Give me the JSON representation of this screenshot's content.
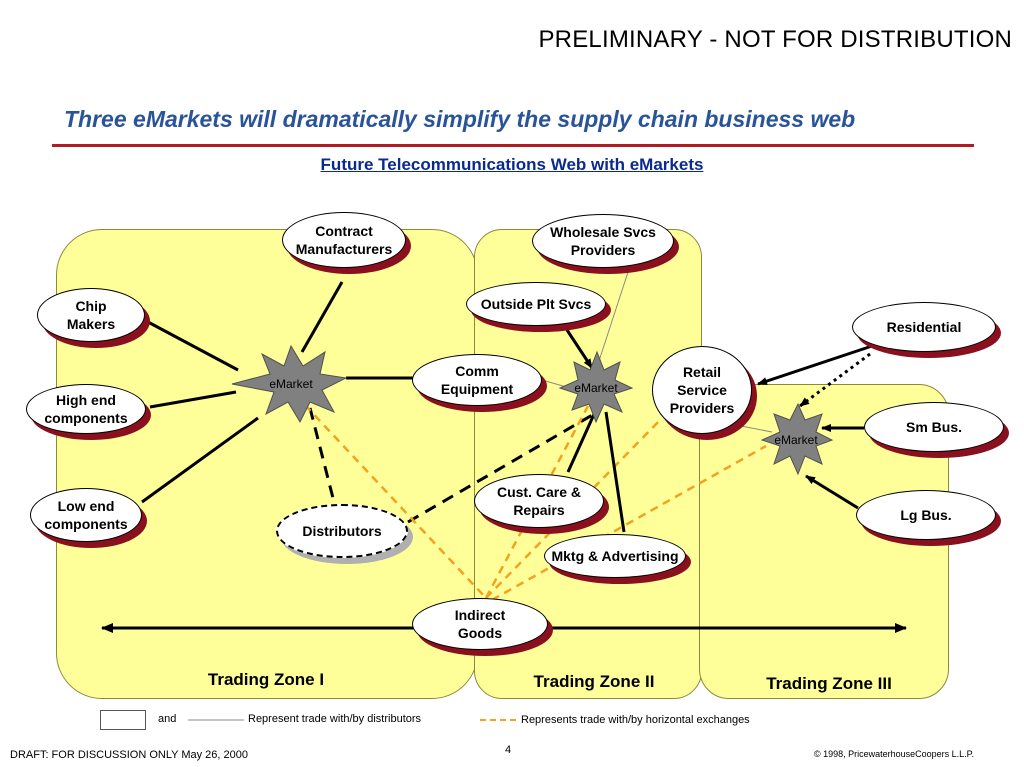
{
  "header": {
    "stamp": "PRELIMINARY - NOT FOR DISTRIBUTION",
    "title": "Three eMarkets will dramatically simplify the supply chain business web",
    "diagram_title": "Future Telecommunications Web with eMarkets"
  },
  "zones": [
    {
      "label": "Trading Zone I"
    },
    {
      "label": "Trading Zone II"
    },
    {
      "label": "Trading Zone III"
    }
  ],
  "nodes": {
    "contract_manufacturers": "Contract\nManufacturers",
    "chip_makers": "Chip\nMakers",
    "high_end_components": "High end\ncomponents",
    "low_end_components": "Low end\ncomponents",
    "distributors": "Distributors",
    "comm_equipment": "Comm\nEquipment",
    "wholesale_svcs": "Wholesale Svcs\nProviders",
    "outside_plt_svcs": "Outside Plt Svcs",
    "cust_care": "Cust. Care &\nRepairs",
    "mktg_advertising": "Mktg & Advertising",
    "retail_service": "Retail\nService\nProviders",
    "residential": "Residential",
    "sm_bus": "Sm Bus.",
    "lg_bus": "Lg Bus.",
    "indirect_goods": "Indirect\nGoods"
  },
  "emarkets": {
    "label": "eMarket",
    "color": "#808080"
  },
  "legend": {
    "and": "and",
    "distributors_text": "Represent trade with/by distributors",
    "exchanges_text": "Represents trade with/by horizontal exchanges",
    "dashed_orange_color": "#f5a020"
  },
  "footer": {
    "draft": "DRAFT: FOR DISCUSSION ONLY May 26, 2000",
    "page": "4",
    "copyright": "© 1998, PricewaterhouseCoopers L.L.P."
  }
}
